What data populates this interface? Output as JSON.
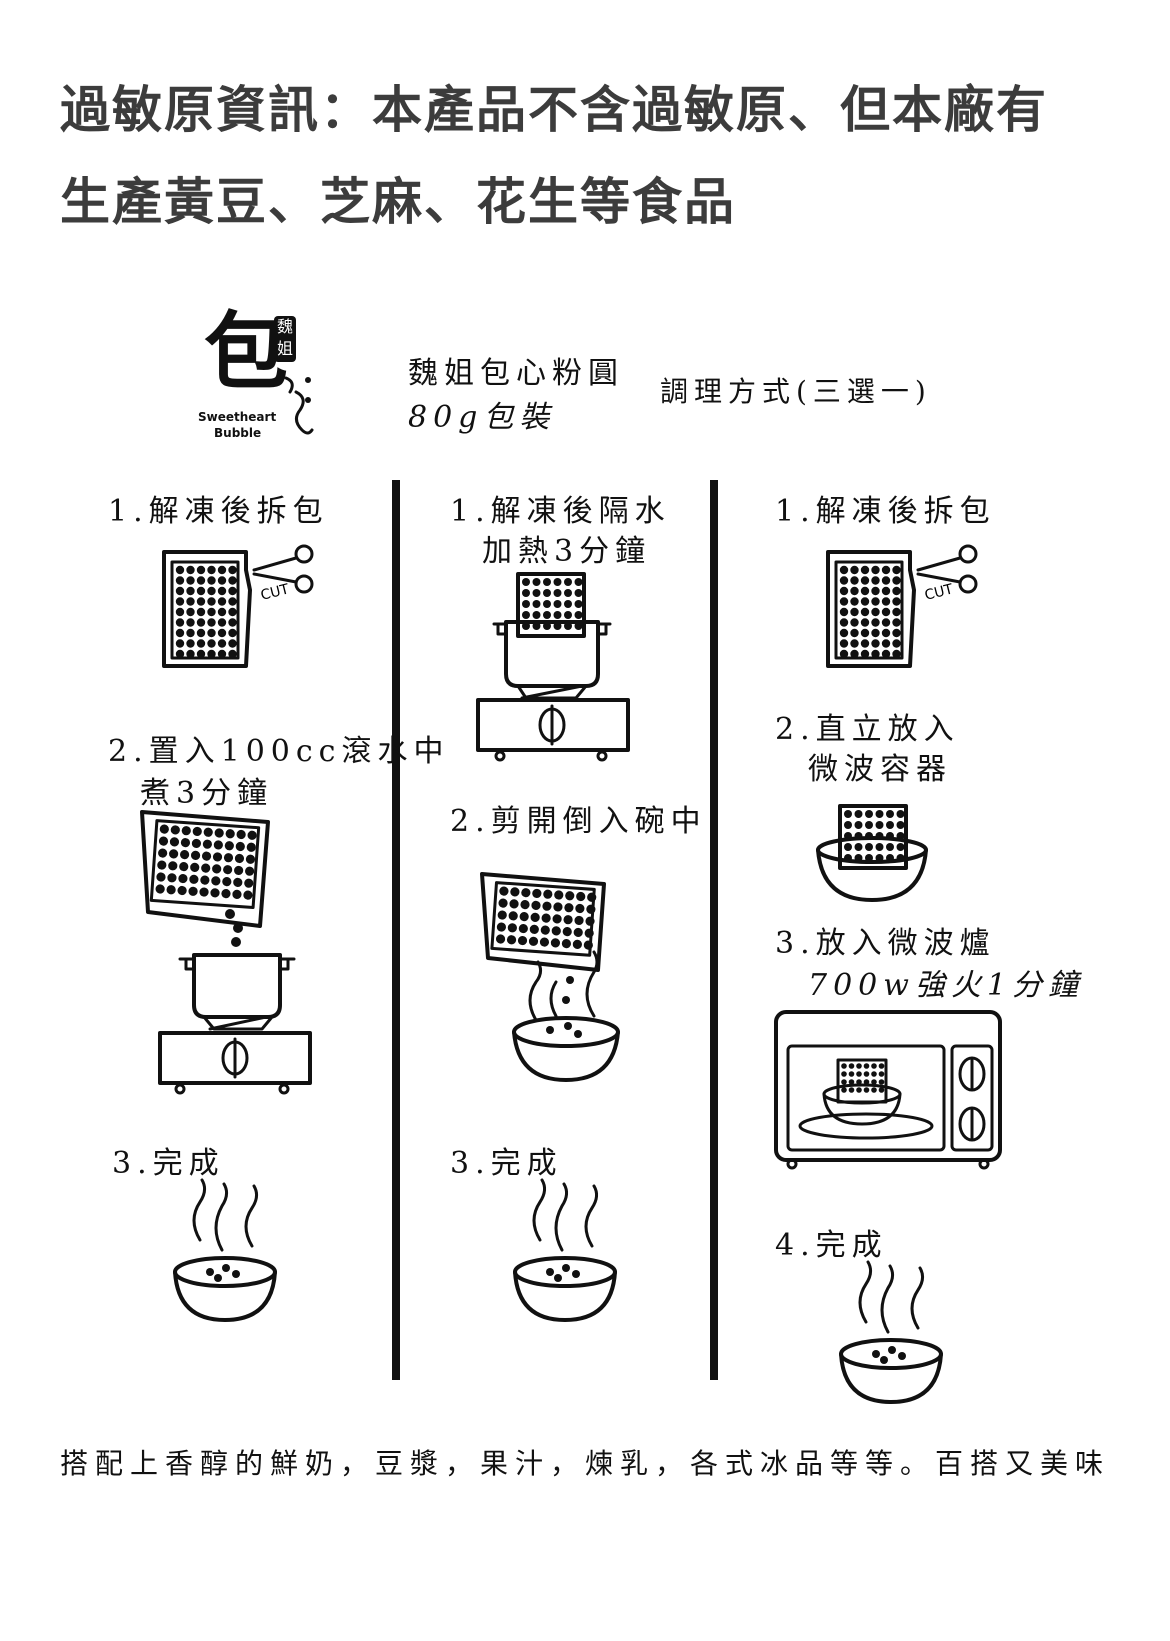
{
  "allergen": {
    "line1": "過敏原資訊：本產品不含過敏原、但本廠有",
    "line2": "生產黃豆、芝麻、花生等食品"
  },
  "logo": {
    "glyph": "包",
    "seal_text": "魏姐",
    "tagline_1": "Sweetheart",
    "tagline_2": "Bubble"
  },
  "product": {
    "name": "魏姐包心粉圓",
    "package": "80g包裝",
    "method_title": "調理方式(三選一)"
  },
  "columns": [
    {
      "steps": [
        "1.解凍後拆包",
        "2.置入100cc滾水中",
        "煮3分鐘",
        "3.完成"
      ],
      "cut_label": "CUT"
    },
    {
      "steps": [
        "1.解凍後隔水",
        "加熱3分鐘",
        "2.剪開倒入碗中",
        "3.完成"
      ]
    },
    {
      "steps": [
        "1.解凍後拆包",
        "2.直立放入",
        "微波容器",
        "3.放入微波爐",
        "700w強火1分鐘",
        "4.完成"
      ],
      "cut_label": "CUT"
    }
  ],
  "footer": "搭配上香醇的鮮奶，豆漿，果汁，煉乳，各式冰品等等。百搭又美味"
}
